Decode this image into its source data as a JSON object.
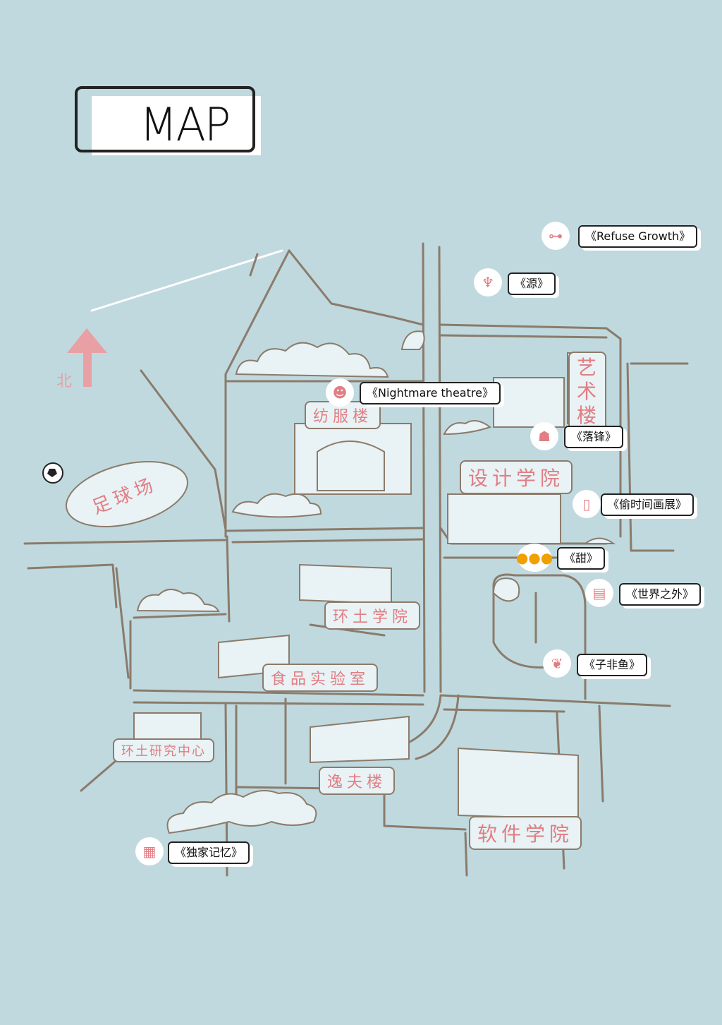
{
  "title": "MAP",
  "north_label": "北",
  "buildings": {
    "fangfu": "纺服楼",
    "yishu": "艺术楼",
    "zuqiu": "足球场",
    "sheji": "设计学院",
    "huantu": "环土学院",
    "shipin": "食品实验室",
    "huantu_center": "环土研究中心",
    "yifu": "逸夫楼",
    "ruanjian": "软件学院"
  },
  "works": [
    {
      "label": "《Refuse Growth》",
      "icon": "bicycle-icon"
    },
    {
      "label": "《源》",
      "icon": "figure-icon"
    },
    {
      "label": "《Nightmare theatre》",
      "icon": "mask-icon"
    },
    {
      "label": "《落锋》",
      "icon": "portrait-icon"
    },
    {
      "label": "《偷时间画展》",
      "icon": "frame-icon"
    },
    {
      "label": "《甜》",
      "icon": "caterpillar-icon"
    },
    {
      "label": "《世界之外》",
      "icon": "book-icon"
    },
    {
      "label": "《子非鱼》",
      "icon": "fish-icon"
    },
    {
      "label": "《独家记忆》",
      "icon": "maze-icon"
    }
  ],
  "colors": {
    "background": "#bfd9df",
    "road": "#8b7b6b",
    "accent": "#e07e84"
  }
}
